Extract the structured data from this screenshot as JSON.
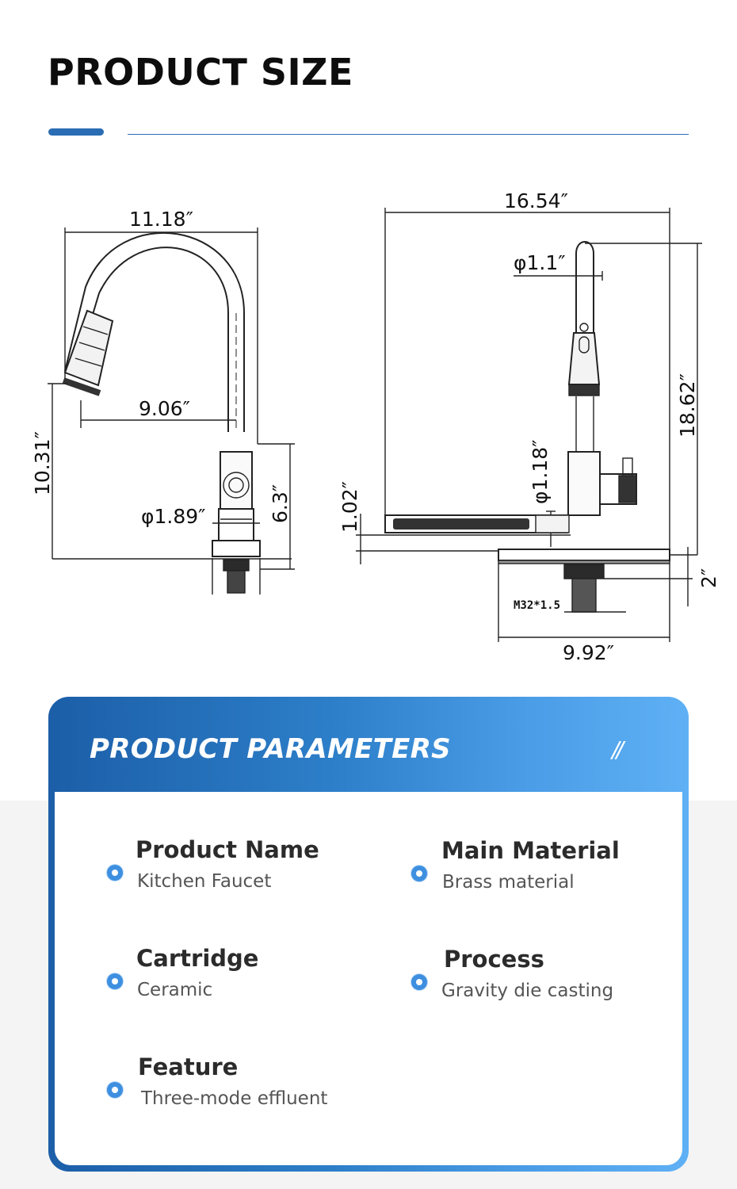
{
  "header": {
    "title": "PRODUCT SIZE"
  },
  "drawing": {
    "dims": {
      "spout_reach": "11.18″",
      "inner_reach": "9.06″",
      "spout_height": "10.31″",
      "body_diameter": "φ1.89″",
      "body_height": "6.3″",
      "total_depth": "16.54″",
      "head_diameter": "φ1.1″",
      "total_height": "18.62″",
      "neck_diameter": "φ1.18″",
      "spray_height": "1.02″",
      "deck_height": "2″",
      "thread": "M32*1.5",
      "plate_width": "9.92″"
    }
  },
  "parameters": {
    "title": "PRODUCT PARAMETERS",
    "mark": "//",
    "items": [
      {
        "label": "Product Name",
        "value": "Kitchen Faucet"
      },
      {
        "label": "Main Material",
        "value": "Brass material"
      },
      {
        "label": "Cartridge",
        "value": "Ceramic"
      },
      {
        "label": "Process",
        "value": "Gravity die casting"
      },
      {
        "label": "Feature",
        "value": "Three-mode effluent"
      }
    ]
  },
  "colors": {
    "accent": "#2a6db4",
    "card_gradient_start": "#1c5ea8",
    "card_gradient_end": "#5fb0f5",
    "dot": "#3e8fe0"
  }
}
